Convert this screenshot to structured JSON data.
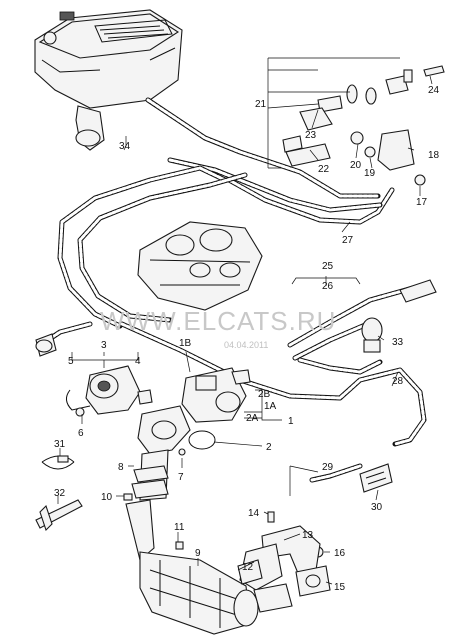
{
  "watermark": {
    "text": "WWW.ELCATS.RU",
    "date": "04.04.2011"
  },
  "callouts": {
    "c1": "1",
    "c1A": "1A",
    "c1B": "1B",
    "c2": "2",
    "c2A": "2A",
    "c2B": "2B",
    "c3": "3",
    "c4": "4",
    "c5": "5",
    "c6": "6",
    "c7": "7",
    "c8": "8",
    "c9": "9",
    "c10": "10",
    "c11": "11",
    "c12": "12",
    "c13": "13",
    "c14": "14",
    "c15": "15",
    "c16": "16",
    "c17": "17",
    "c18": "18",
    "c19": "19",
    "c20": "20",
    "c21": "21",
    "c22": "22",
    "c23": "23",
    "c24": "24",
    "c25": "25",
    "c26": "26",
    "c27": "27",
    "c28": "28",
    "c29": "29",
    "c30": "30",
    "c31": "31",
    "c32": "32",
    "c33": "33",
    "c34": "34"
  }
}
